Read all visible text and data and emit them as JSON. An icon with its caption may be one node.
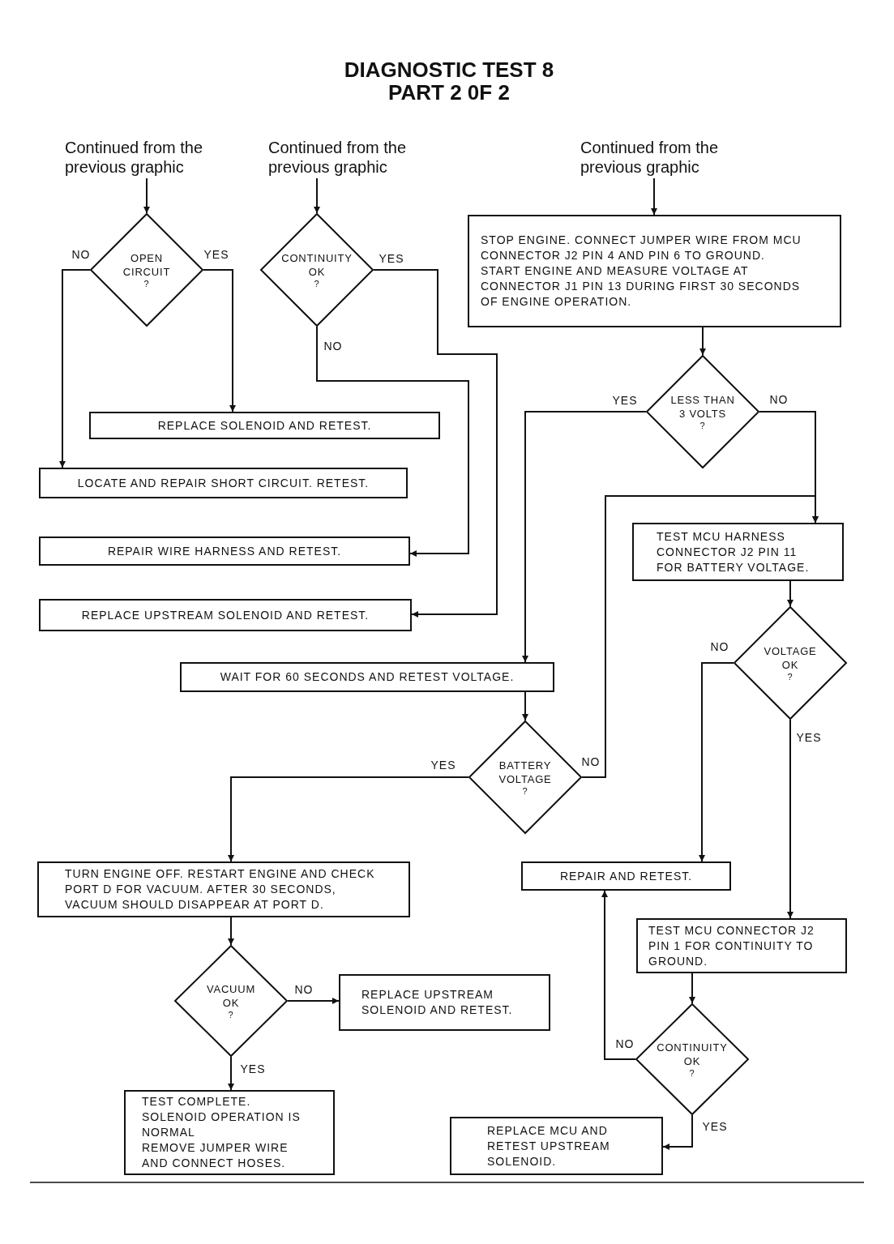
{
  "diagram": {
    "title": "DIAGNOSTIC TEST 8 PART 2 0F 2",
    "nodes": [
      {
        "text": [
          "Continued from the previous graphic"
        ]
      },
      {
        "text": [
          "Continued from the previous graphic"
        ]
      },
      {
        "text": [
          "Continued from the previous graphic"
        ]
      },
      {
        "text": [
          "OPEN CIRCUIT",
          "?"
        ]
      },
      {
        "text": [
          "CONTINUITY OK",
          "?"
        ]
      },
      {
        "text": [
          "STOP ENGINE. CONNECT JUMPER WIRE FROM MCU CONNECTOR J2 PIN 4 AND PIN 6 TO GROUND. START ENGINE AND MEASURE VOLTAGE AT CONNECTOR J1 PIN 13 DURING FIRST 30 SECONDS OF ENGINE OPERATION."
        ]
      },
      {
        "text": [
          "REPLACE SOLENOID AND RETEST."
        ]
      },
      {
        "text": [
          "LOCATE AND REPAIR SHORT CIRCUIT. RETEST."
        ]
      },
      {
        "text": [
          "LESS THAN 3 VOLTS",
          "?"
        ]
      },
      {
        "text": [
          "REPAIR WIRE HARNESS AND RETEST."
        ]
      },
      {
        "text": [
          "TEST MCU HARNESS CONNECTOR J2 PIN 11 FOR BATTERY VOLTAGE."
        ]
      },
      {
        "text": [
          "REPLACE UPSTREAM SOLENOID AND RETEST."
        ]
      },
      {
        "text": [
          "VOLTAGE OK",
          "?"
        ]
      },
      {
        "text": [
          "WAIT FOR 60 SECONDS AND RETEST VOLTAGE."
        ]
      },
      {
        "text": [
          "BATTERY VOLTAGE",
          "?"
        ]
      },
      {
        "text": [
          "TURN ENGINE OFF. RESTART ENGINE AND CHECK PORT D FOR VACUUM. AFTER 30 SECONDS, VACUUM SHOULD DISAPPEAR AT PORT D."
        ]
      },
      {
        "text": [
          "REPAIR AND RETEST."
        ]
      },
      {
        "text": [
          "TEST MCU CONNECTOR J2 PIN 1 FOR CONTINUITY TO GROUND."
        ]
      },
      {
        "text": [
          "VACUUM OK",
          "?"
        ]
      },
      {
        "text": [
          "REPLACE UPSTREAM SOLENOID AND RETEST."
        ]
      },
      {
        "text": [
          "CONTINUITY OK",
          "?"
        ]
      },
      {
        "text": [
          "TEST COMPLETE.",
          "SOLENOID OPERATION IS NORMAL",
          "REMOVE JUMPER WIRE AND CONNECT HOSES."
        ]
      },
      {
        "text": [
          "REPLACE MCU AND RETEST UPSTREAM SOLENOID."
        ]
      }
    ],
    "edges": [
      {
        "from": 0,
        "to": 3,
        "arrow": "to"
      },
      {
        "from": 1,
        "to": 4,
        "arrow": "to"
      },
      {
        "from": 2,
        "to": 5,
        "arrow": "to"
      },
      {
        "from": 3,
        "to": 7,
        "arrow": "to",
        "label": "NO"
      },
      {
        "from": 3,
        "to": 6,
        "arrow": "to",
        "label": "YES"
      },
      {
        "from": 4,
        "to": 11,
        "arrow": "to",
        "label": "YES"
      },
      {
        "from": 4,
        "to": 9,
        "arrow": "to",
        "label": "NO"
      },
      {
        "from": 5,
        "to": 8,
        "arrow": "to"
      },
      {
        "from": 8,
        "to": 13,
        "arrow": "to",
        "label": "YES"
      },
      {
        "from": 8,
        "to": 10,
        "arrow": "to",
        "label": "NO"
      },
      {
        "from": 14,
        "to": 10,
        "arrow": "to",
        "label": "NO"
      },
      {
        "from": 10,
        "to": 12,
        "arrow": "to"
      },
      {
        "from": 12,
        "to": 16,
        "arrow": "to",
        "label": "NO"
      },
      {
        "from": 12,
        "to": 17,
        "arrow": "to",
        "label": "YES"
      },
      {
        "from": 13,
        "to": 14,
        "arrow": "to"
      },
      {
        "from": 14,
        "to": 15,
        "arrow": "to",
        "label": "YES"
      },
      {
        "from": 15,
        "to": 18,
        "arrow": "to"
      },
      {
        "from": 18,
        "to": 19,
        "arrow": "to",
        "label": "NO"
      },
      {
        "from": 18,
        "to": 21,
        "arrow": "to",
        "label": "YES"
      },
      {
        "from": 17,
        "to": 20,
        "arrow": "to"
      },
      {
        "from": 20,
        "to": 16,
        "arrow": "to",
        "label": "NO"
      },
      {
        "from": 20,
        "to": 22,
        "arrow": "to",
        "label": "YES"
      }
    ]
  }
}
